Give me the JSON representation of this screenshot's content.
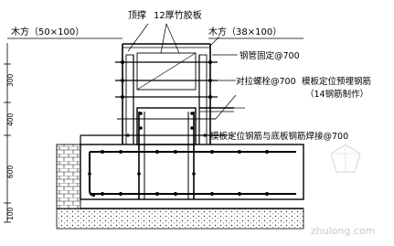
{
  "labels": {
    "top_brace": "顶撑",
    "bamboo_plywood": "12厚竹胶板",
    "timber_left": "木方（50×100）",
    "timber_right": "木方（38×100）",
    "steel_pipe": "钢管固定@700",
    "tie_bolt": "对拉螺栓@700",
    "embedded_rebar_line1": "模板定位预埋钢筋",
    "embedded_rebar_line2": "（14钢筋制作）",
    "weld_note": "模板定位钢筋与底板钢筋焊接@700"
  },
  "dimensions": [
    "300",
    "400",
    "600",
    "100"
  ],
  "watermark": "zhulong.com"
}
